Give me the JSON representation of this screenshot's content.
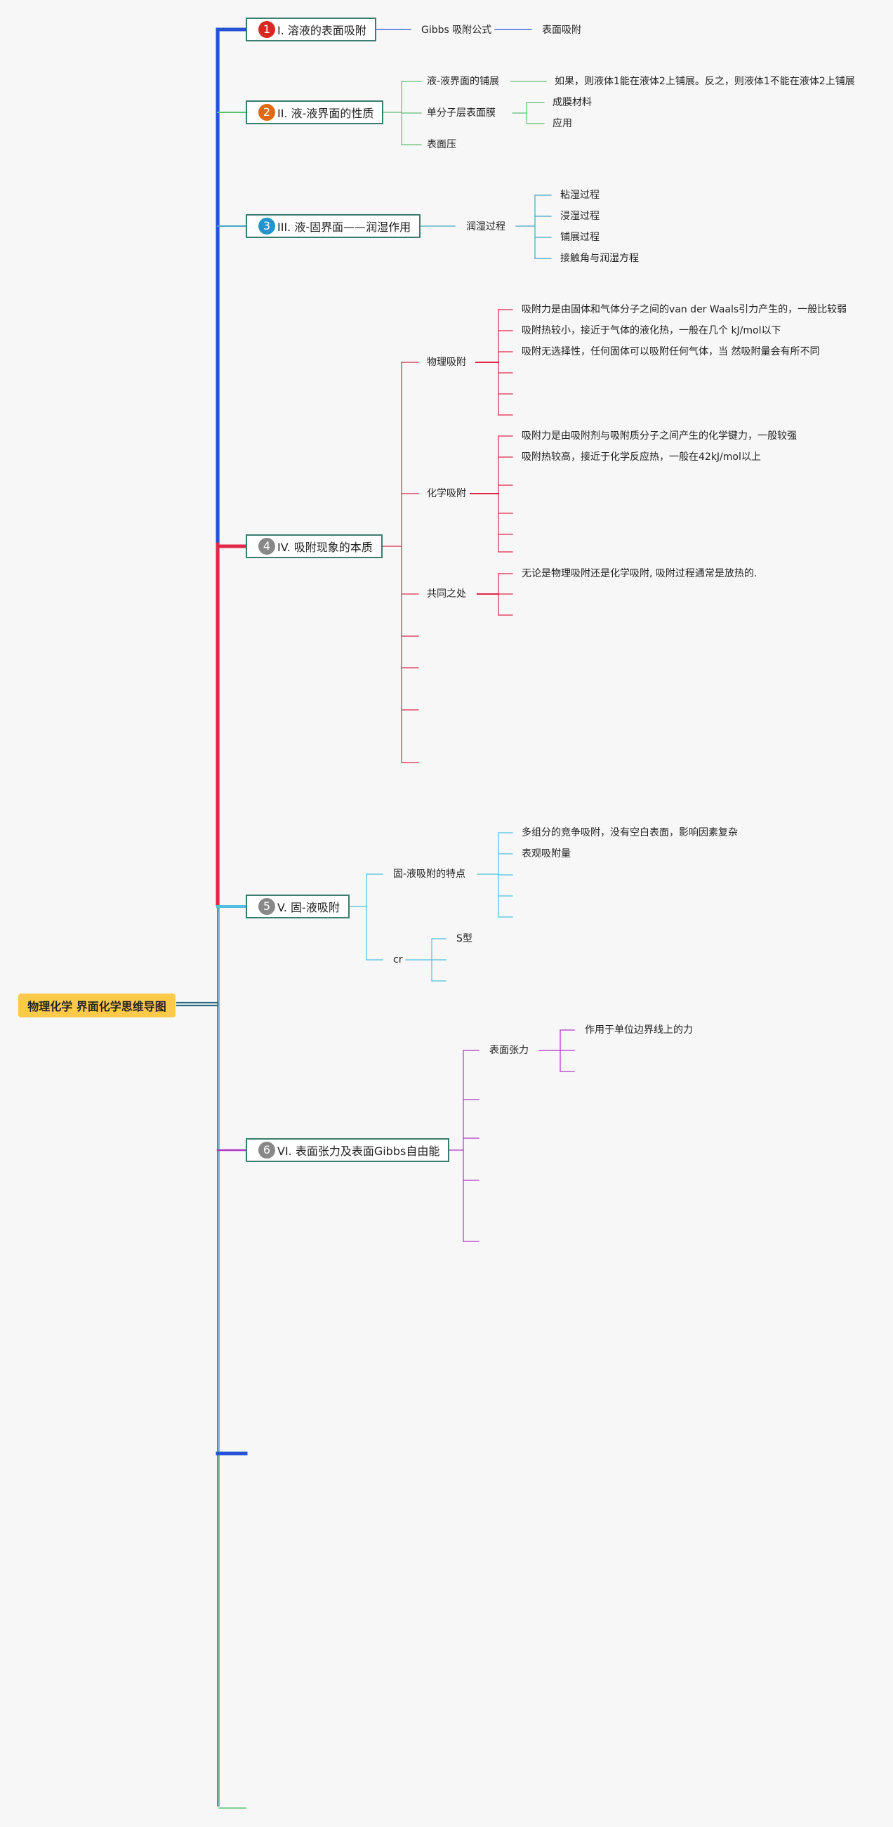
{
  "root": {
    "label": "物理化学 界面化学思维导图"
  },
  "colors": {
    "b1": "#2453d6",
    "b2": "#5bc06f",
    "b3": "#46a4c4",
    "b4": "#e0284a",
    "b5": "#4fc0e0",
    "b6": "#b035c8",
    "bottom": "#57c66a",
    "box_border": "#3b7d6e"
  },
  "branches": [
    {
      "badge": "1",
      "badge_color": "#d9281f",
      "title": "I. 溶液的表面吸附",
      "nodes": [
        {
          "id": "b1n1",
          "label": "Gibbs 吸附公式"
        },
        {
          "id": "b1n2",
          "label": "表面吸附"
        }
      ]
    },
    {
      "badge": "2",
      "badge_color": "#e06a14",
      "title": "II. 液-液界面的性质",
      "nodes": [
        {
          "id": "b2n1",
          "label": "液-液界面的铺展"
        },
        {
          "id": "b2n1a",
          "label": "如果，则液体1能在液体2上铺展。反之，则液体1不能在液体2上铺展"
        },
        {
          "id": "b2n2",
          "label": "单分子层表面膜"
        },
        {
          "id": "b2n2a",
          "label": "成膜材料"
        },
        {
          "id": "b2n2b",
          "label": "应用"
        },
        {
          "id": "b2n3",
          "label": "表面压"
        }
      ]
    },
    {
      "badge": "3",
      "badge_color": "#2296cc",
      "title": "III. 液-固界面——润湿作用",
      "nodes": [
        {
          "id": "b3n1",
          "label": "润湿过程"
        },
        {
          "id": "b3n1a",
          "label": "粘湿过程"
        },
        {
          "id": "b3n1b",
          "label": "浸湿过程"
        },
        {
          "id": "b3n1c",
          "label": "铺展过程"
        },
        {
          "id": "b3n1d",
          "label": "接触角与润湿方程"
        }
      ]
    },
    {
      "badge": "4",
      "badge_color": "#888888",
      "title": "IV. 吸附现象的本质",
      "nodes": [
        {
          "id": "b4n1",
          "label": "物理吸附"
        },
        {
          "id": "b4n1a",
          "label": "吸附力是由固体和气体分子之间的van der Waals引力产生的，一般比较弱"
        },
        {
          "id": "b4n1b",
          "label": "吸附热较小，接近于气体的液化热，一般在几个 kJ/mol以下"
        },
        {
          "id": "b4n1c",
          "label": "吸附无选择性，任何固体可以吸附任何气体，当 然吸附量会有所不同"
        },
        {
          "id": "b4n2",
          "label": "化学吸附"
        },
        {
          "id": "b4n2a",
          "label": "吸附力是由吸附剂与吸附质分子之间产生的化学键力，一般较强"
        },
        {
          "id": "b4n2b",
          "label": "吸附热较高，接近于化学反应热，一般在42kJ/mol以上"
        },
        {
          "id": "b4n3",
          "label": "共同之处"
        },
        {
          "id": "b4n3a",
          "label": "无论是物理吸附还是化学吸附, 吸附过程通常是放热的."
        }
      ]
    },
    {
      "badge": "5",
      "badge_color": "#888888",
      "title": "V. 固-液吸附",
      "nodes": [
        {
          "id": "b5n1",
          "label": "固-液吸附的特点"
        },
        {
          "id": "b5n1a",
          "label": "多组分的竞争吸附，没有空白表面，影响因素复杂"
        },
        {
          "id": "b5n1b",
          "label": "表观吸附量"
        },
        {
          "id": "b5n2",
          "label": "cr"
        },
        {
          "id": "b5n2a",
          "label": "S型"
        }
      ]
    },
    {
      "badge": "6",
      "badge_color": "#888888",
      "title": "VI. 表面张力及表面Gibbs自由能",
      "nodes": [
        {
          "id": "b6n1",
          "label": "表面张力"
        },
        {
          "id": "b6n1a",
          "label": "作用于单位边界线上的力"
        }
      ]
    }
  ]
}
